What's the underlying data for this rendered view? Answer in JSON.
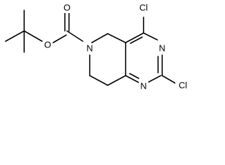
{
  "molecule": {
    "atoms": {
      "carbonyl_oxygen": "O",
      "ester_oxygen": "O",
      "ring_nitrogen_6": "N",
      "pyrimidine_nitrogen_3": "N",
      "pyrimidine_nitrogen_1": "N",
      "chlorine_4": "Cl",
      "chlorine_2": "Cl"
    }
  }
}
